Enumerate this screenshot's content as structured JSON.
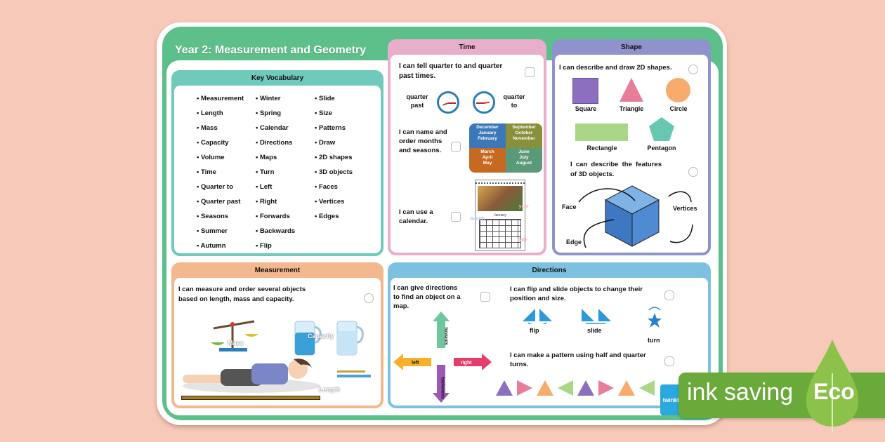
{
  "title": "Year 2: Measurement and Geometry",
  "colors": {
    "background": "#f6c9b8",
    "board_green": "#5dbf8a",
    "vocab": "#6fcabb",
    "time": "#e8aecb",
    "shape": "#8e93cb",
    "measurement": "#f4b88e",
    "directions": "#7cc2e0",
    "eco_green": "#6aaa3a"
  },
  "key_vocabulary": {
    "heading": "Key Vocabulary",
    "columns": [
      [
        "Measurement",
        "Length",
        "Mass",
        "Capacity",
        "Volume",
        "Time",
        "Quarter to",
        "Quarter past",
        "Seasons",
        "Summer",
        "Autumn"
      ],
      [
        "Winter",
        "Spring",
        "Calendar",
        "Directions",
        "Maps",
        "Turn",
        "Left",
        "Right",
        "Forwards",
        "Backwards",
        "Flip"
      ],
      [
        "Slide",
        "Size",
        "Patterns",
        "Draw",
        "2D shapes",
        "3D objects",
        "Faces",
        "Vertices",
        "Edges"
      ]
    ]
  },
  "time": {
    "heading": "Time",
    "statement_1": "I can tell quarter to and quarter past times.",
    "clock_label_past_1": "quarter",
    "clock_label_past_2": "past",
    "clock_label_to_1": "quarter",
    "clock_label_to_2": "to",
    "statement_2": "I can name and order months and seasons.",
    "months": {
      "winter": [
        "December",
        "January",
        "February"
      ],
      "autumn": [
        "September",
        "October",
        "November"
      ],
      "spring": [
        "March",
        "April",
        "May"
      ],
      "summer": [
        "June",
        "July",
        "August"
      ]
    },
    "statement_3": "I can use a calendar.",
    "calendar_labels": [
      "January",
      "year",
      "month",
      "date"
    ]
  },
  "shape": {
    "heading": "Shape",
    "statement_1": "I can describe and draw 2D shapes.",
    "shapes": [
      "Square",
      "Triangle",
      "Circle",
      "Rectangle",
      "Pentagon"
    ],
    "statement_2": "I can describe the features of 3D objects.",
    "cube_labels": {
      "face": "Face",
      "vertices": "Vertices",
      "edge": "Edge"
    }
  },
  "measurement": {
    "heading": "Measurement",
    "statement": "I can measure and order several objects based on length, mass and capacity.",
    "labels": {
      "mass": "Mass",
      "capacity": "Capacity",
      "length": "Length"
    }
  },
  "directions": {
    "heading": "Directions",
    "statement_1": "I can give directions to find an object on a map.",
    "arrows": {
      "forwards": "forwards",
      "left": "left",
      "right": "right",
      "backwards": "backwards"
    },
    "statement_2": "I can flip and slide objects to change their position and size.",
    "transform_labels": {
      "flip": "flip",
      "slide": "slide",
      "turn": "turn"
    },
    "statement_3": "I can make a pattern using half and quarter turns."
  },
  "badge": {
    "text": "ink saving",
    "eco": "Eco",
    "logo": "twinkl"
  }
}
